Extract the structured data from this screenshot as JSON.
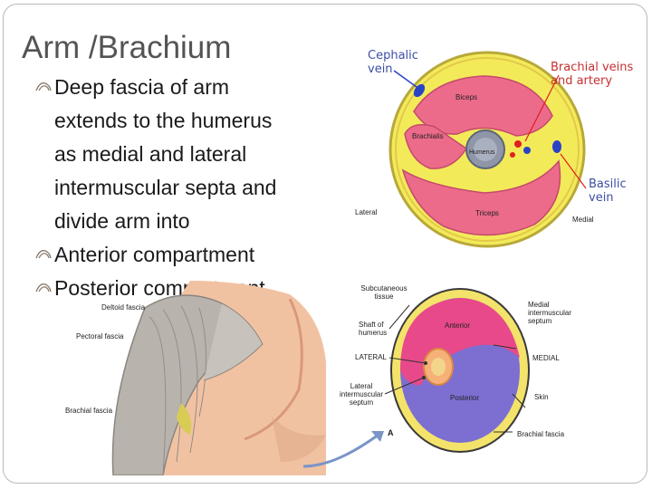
{
  "slide": {
    "title": "Arm /Brachium",
    "bullets": [
      {
        "lines": [
          "Deep fascia of arm",
          "extends to the humerus",
          "as medial and lateral",
          "intermuscular septa and",
          "divide arm into"
        ]
      },
      {
        "lines": [
          "Anterior compartment"
        ]
      },
      {
        "lines": [
          "Posterior compartment"
        ]
      }
    ]
  },
  "top_figure": {
    "labels": {
      "cephalic": "Cephalic vein",
      "brachial_veins": "Brachial veins and artery",
      "biceps": "Biceps",
      "brachialis": "Brachialis",
      "humerus": "Humerus",
      "basilic": "Basilic vein",
      "lateral": "Lateral",
      "triceps": "Triceps",
      "medial": "Medial"
    }
  },
  "bottom_figure": {
    "labels": {
      "deltoid": "Deltoid fascia",
      "pectoral": "Pectoral fascia",
      "brachial_fascia_left": "Brachial fascia",
      "subcutaneous": "Subcutaneous tissue",
      "shaft": "Shaft of humerus",
      "lateral": "LATERAL",
      "lateral_septum": "Lateral intermuscular septum",
      "medial_septum": "Medial intermuscular septum",
      "medial": "MEDIAL",
      "anterior": "Anterior",
      "posterior": "Posterior",
      "skin": "Skin",
      "brachial_fascia_right": "Brachial fascia",
      "letter": "A"
    }
  }
}
